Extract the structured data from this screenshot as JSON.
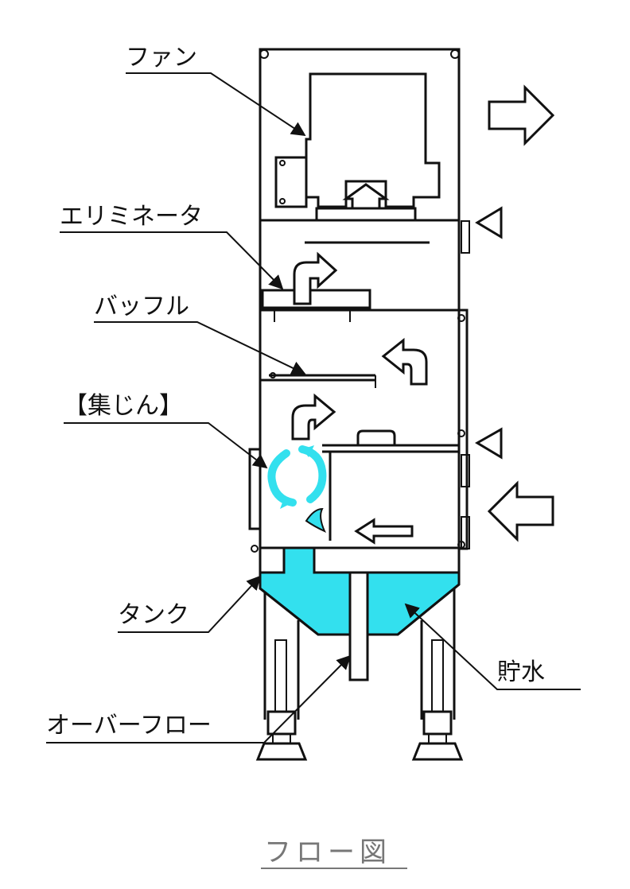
{
  "labels": {
    "fan": "ファン",
    "eliminator": "エリミネータ",
    "baffle": "バッフル",
    "dust": "【集じん】",
    "tank": "タンク",
    "overflow": "オーバーフロー",
    "water": "貯水"
  },
  "caption": "フロー図",
  "colors": {
    "water": "#33e0ee",
    "line": "#111111",
    "caption": "#777777"
  }
}
